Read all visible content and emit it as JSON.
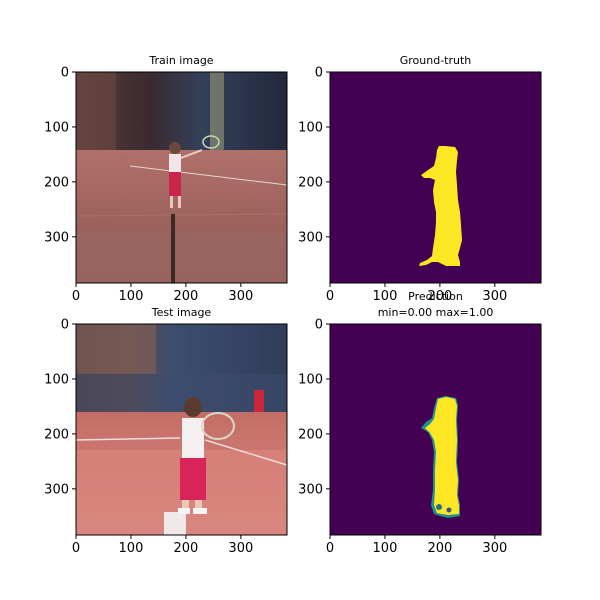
{
  "panels": [
    {
      "id": "train-image",
      "title": "Train image",
      "subtitle": "",
      "content": "photo-train",
      "xticks": [
        "0",
        "100",
        "200",
        "300"
      ],
      "yticks": [
        "0",
        "100",
        "200",
        "300"
      ],
      "tick_values": [
        0,
        100,
        200,
        300
      ],
      "extent": [
        0,
        384
      ]
    },
    {
      "id": "ground-truth",
      "title": "Ground-truth",
      "subtitle": "",
      "content": "mask-gt",
      "xticks": [
        "0",
        "100",
        "200",
        "300"
      ],
      "yticks": [
        "0",
        "100",
        "200",
        "300"
      ],
      "tick_values": [
        0,
        100,
        200,
        300
      ],
      "extent": [
        0,
        384
      ]
    },
    {
      "id": "test-image",
      "title": "Test image",
      "subtitle": "",
      "content": "photo-test",
      "xticks": [
        "0",
        "100",
        "200",
        "300"
      ],
      "yticks": [
        "0",
        "100",
        "200",
        "300"
      ],
      "tick_values": [
        0,
        100,
        200,
        300
      ],
      "extent": [
        0,
        384
      ]
    },
    {
      "id": "prediction",
      "title": "Prediction",
      "subtitle": "min=0.00 max=1.00",
      "content": "mask-pred",
      "xticks": [
        "0",
        "100",
        "200",
        "300"
      ],
      "yticks": [
        "0",
        "100",
        "200",
        "300"
      ],
      "tick_values": [
        0,
        100,
        200,
        300
      ],
      "extent": [
        0,
        384
      ]
    }
  ],
  "colors": {
    "mask_background": "#440154",
    "mask_foreground": "#fde725",
    "mask_edge": "#21918c",
    "court": "#c2706a",
    "wall": "#3a4a68"
  },
  "chart_data": {
    "type": "heatmap",
    "colormap": "viridis",
    "prediction_range": [
      0.0,
      1.0
    ],
    "image_size": [
      384,
      384
    ],
    "grid": false
  }
}
